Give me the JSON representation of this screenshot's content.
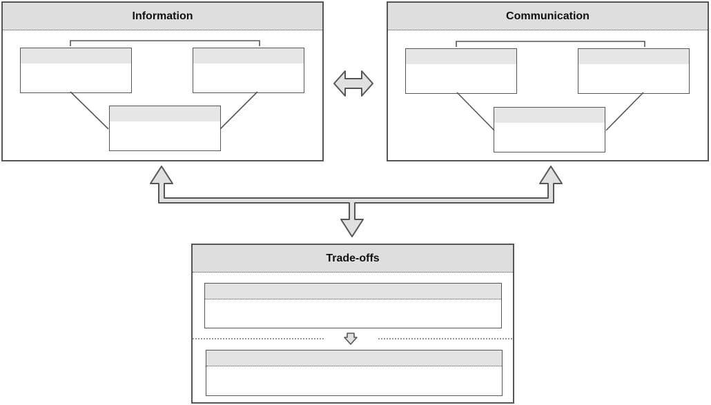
{
  "panels": {
    "information": {
      "title": "Information"
    },
    "communication": {
      "title": "Communication"
    },
    "tradeoffs": {
      "title": "Trade-offs"
    }
  },
  "colors": {
    "stroke": "#555555",
    "header_fill": "#dedede",
    "arrow_fill": "#e0e0e0"
  }
}
